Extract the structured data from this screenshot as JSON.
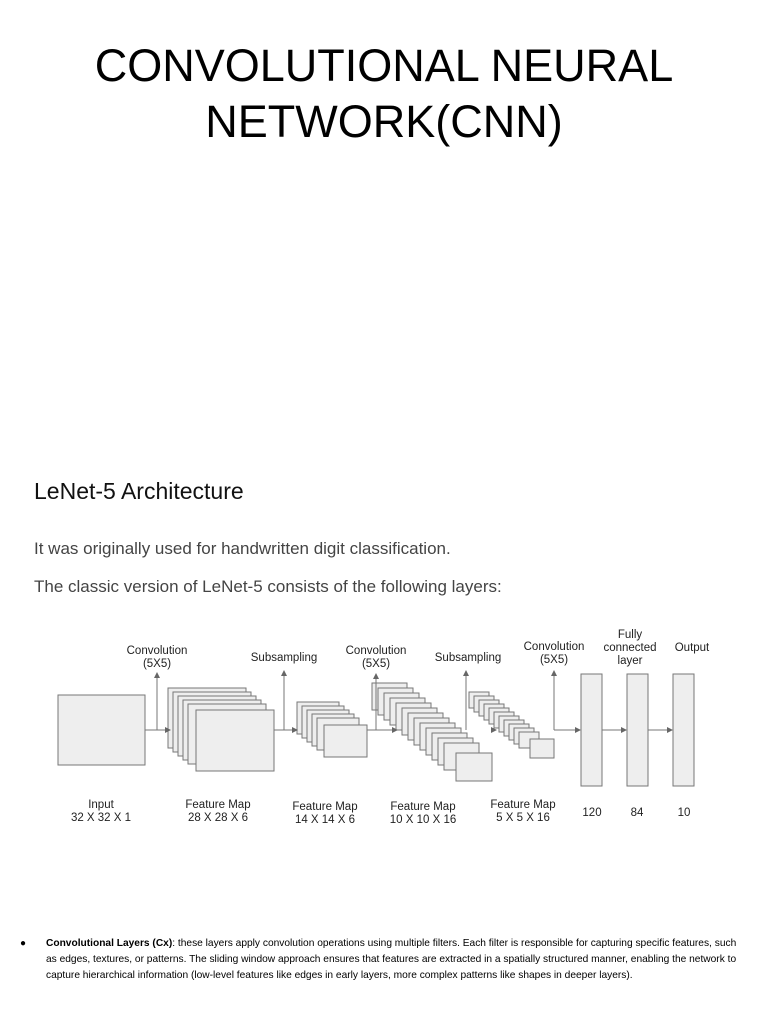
{
  "title_line1": "CONVOLUTIONAL NEURAL",
  "title_line2": "NETWORK(CNN)",
  "section_heading": "LeNet-5 Architecture",
  "para1": "It was originally used for handwritten digit classification.",
  "para2": "The classic version of LeNet-5 consists of the following layers:",
  "diagram": {
    "op_conv1_a": "Convolution",
    "op_conv1_b": "(5X5)",
    "op_sub1": "Subsampling",
    "op_conv2_a": "Convolution",
    "op_conv2_b": "(5X5)",
    "op_sub2": "Subsampling",
    "op_conv3_a": "Convolution",
    "op_conv3_b": "(5X5)",
    "op_fc_a": "Fully",
    "op_fc_b": "connected",
    "op_fc_c": "layer",
    "op_output": "Output",
    "lbl_input_a": "Input",
    "lbl_input_b": "32 X 32 X 1",
    "lbl_fm1_a": "Feature Map",
    "lbl_fm1_b": "28 X 28 X 6",
    "lbl_fm2_a": "Feature Map",
    "lbl_fm2_b": "14 X 14 X 6",
    "lbl_fm3_a": "Feature Map",
    "lbl_fm3_b": "10 X 10 X 16",
    "lbl_fm4_a": "Feature Map",
    "lbl_fm4_b": "5 X 5 X 16",
    "lbl_120": "120",
    "lbl_84": "84",
    "lbl_10": "10"
  },
  "bullet": {
    "label": "Convolutional Layers (Cx)",
    "colon": ":",
    "text": "  these layers apply convolution operations using multiple filters. Each filter is responsible for capturing specific features, such as edges, textures, or patterns. The sliding window approach ensures that features are extracted in a spatially structured manner, enabling the network to capture hierarchical information (low-level features like edges in early layers, more complex patterns like shapes in deeper layers)."
  }
}
